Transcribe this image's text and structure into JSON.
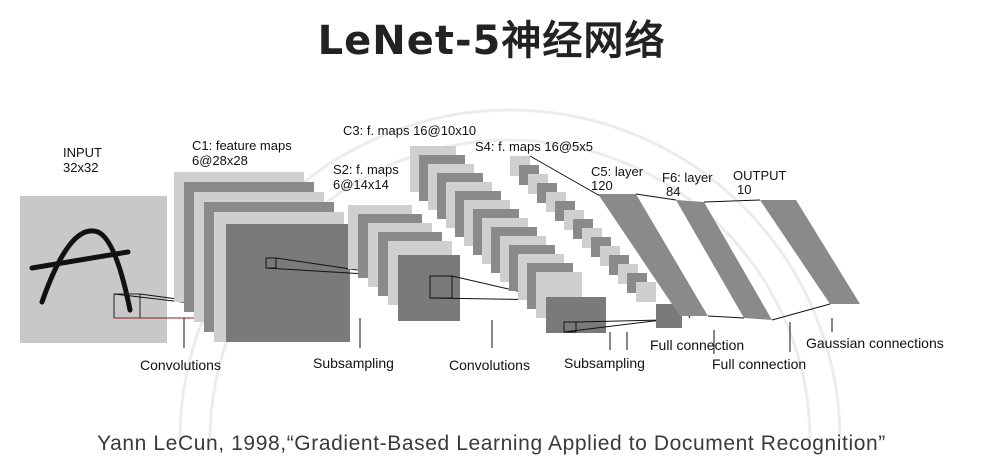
{
  "title": "LeNet-5神经网络",
  "citation": "Yann LeCun, 1998,“Gradient-Based Learning Applied to Document Recognition”",
  "input_letter": "A",
  "layers": {
    "input": {
      "line1": "INPUT",
      "line2": "32x32"
    },
    "c1": {
      "line1": "C1: feature maps",
      "line2": "6@28x28"
    },
    "s2": {
      "line1": "S2: f. maps",
      "line2": "6@14x14"
    },
    "c3": {
      "line1": "C3: f. maps 16@10x10"
    },
    "s4": {
      "line1": "S4: f. maps 16@5x5"
    },
    "c5": {
      "line1": "C5: layer",
      "line2": "120"
    },
    "f6": {
      "line1": "F6: layer",
      "line2": "84"
    },
    "output": {
      "line1": "OUTPUT",
      "line2": "10"
    }
  },
  "operations": {
    "conv1": "Convolutions",
    "sub1": "Subsampling",
    "conv2": "Convolutions",
    "sub2": "Subsampling",
    "full1": "Full connection",
    "full2": "Full connection",
    "gauss": "Gaussian connections"
  }
}
